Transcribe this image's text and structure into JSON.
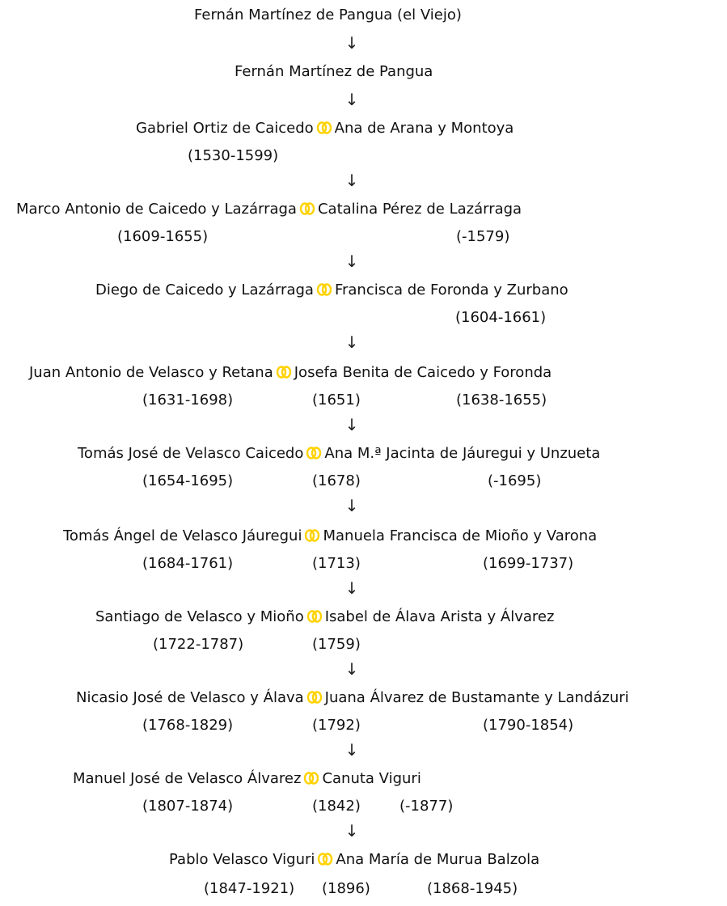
{
  "tree": {
    "arrow_glyph": "↓",
    "marriage_icon": "interlocked-rings-icon",
    "marriage_color": "#FFD200",
    "generations": [
      {
        "line": "Fernán Martínez de Pangua (el Viejo)"
      },
      {
        "line": "Fernán Martínez de Pangua"
      },
      {
        "left": "Gabriel Ortiz de Caicedo",
        "right": "Ana de Arana y Montoya",
        "dates": [
          "(1530-1599)"
        ]
      },
      {
        "left": "Marco Antonio de Caicedo y Lazárraga",
        "right": "Catalina Pérez de Lazárraga",
        "dates": [
          "(1609-1655)",
          "(-1579)"
        ]
      },
      {
        "left": "Diego de Caicedo y Lazárraga",
        "right": "Francisca de Foronda y Zurbano",
        "dates": [
          "(1604-1661)"
        ]
      },
      {
        "left": "Juan Antonio de Velasco y Retana",
        "right": "Josefa Benita de Caicedo y Foronda",
        "dates": [
          "(1631-1698)",
          "(1651)",
          "(1638-1655)"
        ]
      },
      {
        "left": "Tomás José de Velasco Caicedo",
        "right": "Ana M.ª Jacinta de Jáuregui y Unzueta",
        "dates": [
          "(1654-1695)",
          "(1678)",
          "(-1695)"
        ]
      },
      {
        "left": "Tomás Ángel de Velasco Jáuregui",
        "right": "Manuela Francisca de Mioño y Varona",
        "dates": [
          "(1684-1761)",
          "(1713)",
          "(1699-1737)"
        ]
      },
      {
        "left": "Santiago de Velasco y Mioño",
        "right": "Isabel de Álava Arista y Álvarez",
        "dates": [
          "(1722-1787)",
          "(1759)"
        ]
      },
      {
        "left": "Nicasio José de Velasco y Álava",
        "right": "Juana Álvarez de Bustamante y Landázuri",
        "dates": [
          "(1768-1829)",
          "(1792)",
          "(1790-1854)"
        ]
      },
      {
        "left": "Manuel José de Velasco Álvarez",
        "right": "Canuta Viguri",
        "dates": [
          "(1807-1874)",
          "(1842)",
          "(-1877)"
        ]
      },
      {
        "left": "Pablo Velasco Viguri",
        "right": "Ana María de Murua Balzola",
        "dates": [
          "(1847-1921)",
          "(1896)",
          "(1868-1945)"
        ]
      }
    ]
  }
}
